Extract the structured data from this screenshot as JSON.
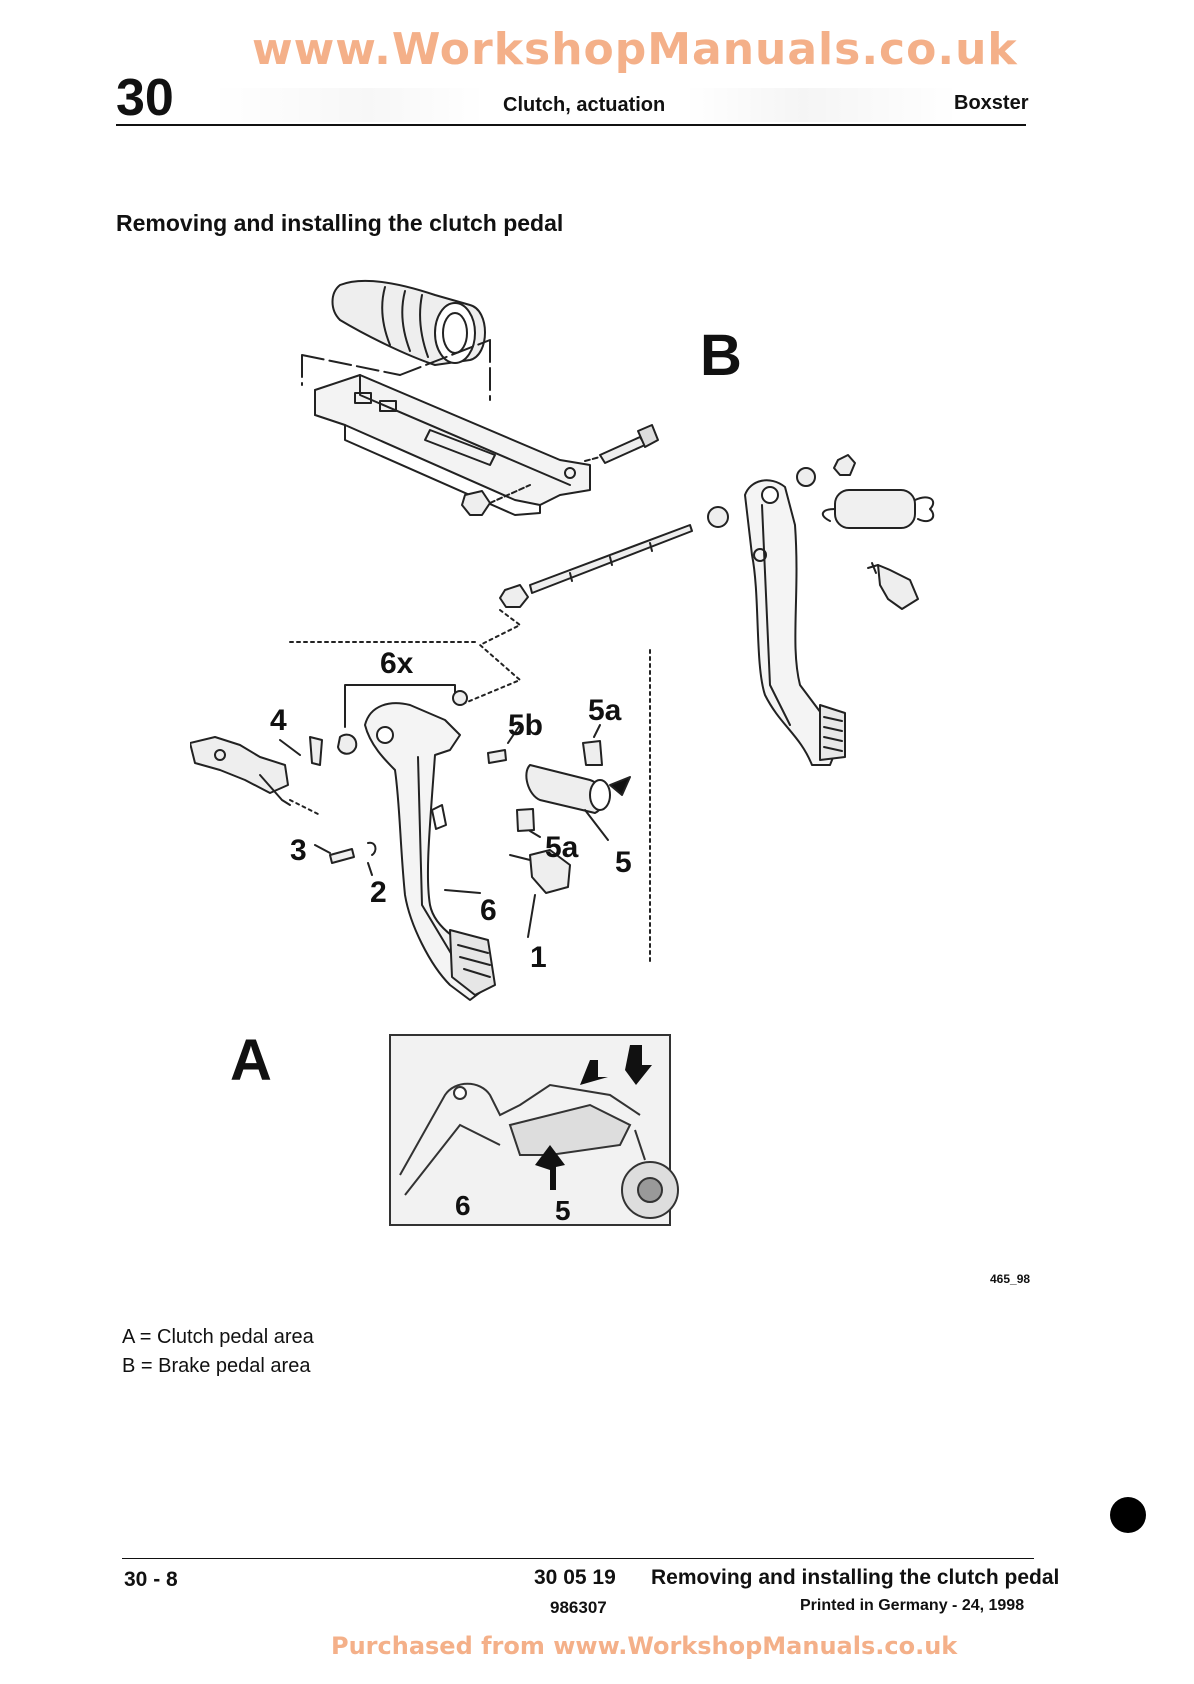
{
  "watermark": {
    "top": "www.WorkshopManuals.co.uk",
    "bottom": "Purchased from www.WorkshopManuals.co.uk"
  },
  "header": {
    "chapter": "30",
    "title": "Clutch, actuation",
    "model": "Boxster"
  },
  "section_title": "Removing and installing the clutch pedal",
  "figure": {
    "area_labels": {
      "a": "A",
      "b": "B"
    },
    "part_labels": {
      "p1": "1",
      "p2": "2",
      "p3": "3",
      "p4": "4",
      "p5": "5",
      "p5a_top": "5a",
      "p5a_mid": "5a",
      "p5b": "5b",
      "p6": "6",
      "p6x": "6x",
      "inset6": "6",
      "inset5": "5"
    },
    "code": "465_98"
  },
  "legend": [
    "A = Clutch pedal area",
    "B = Brake pedal area"
  ],
  "footer": {
    "page": "30 - 8",
    "code": "30 05 19",
    "description": "Removing and installing the clutch pedal",
    "part_number": "986307",
    "printed": "Printed in Germany - 24, 1998"
  }
}
